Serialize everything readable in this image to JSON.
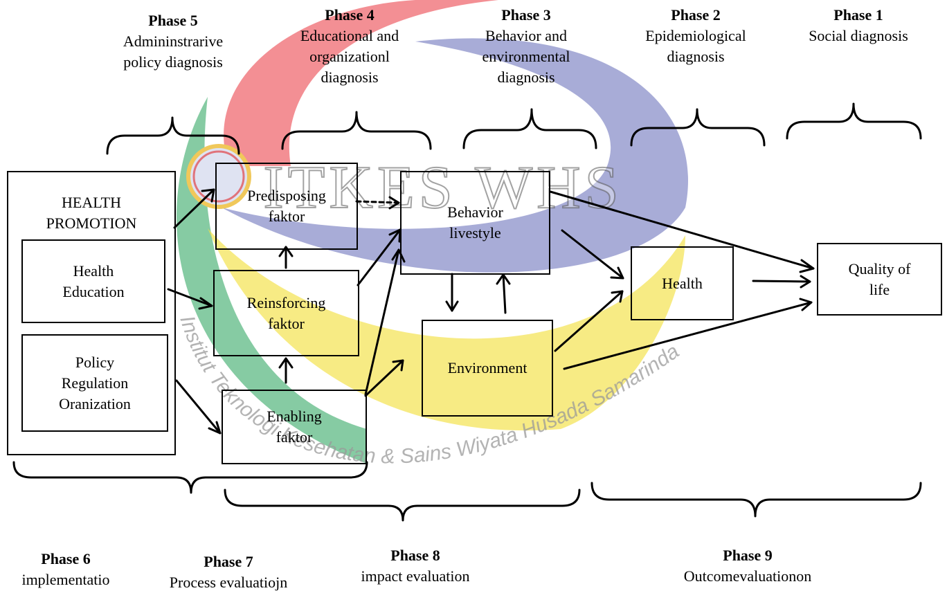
{
  "watermark": {
    "text": "ITKES WHS",
    "arc_text": "Institut Teknologi Kesehatan & Sains   Wiyata Husada Samarinda",
    "colors": {
      "red": "#ee5a62",
      "blue": "#7a7fc2",
      "yellow": "#f3e24a",
      "green": "#3cab6a"
    }
  },
  "phases_top": [
    {
      "title": "Phase 5",
      "desc": "Admininstrarive\npolicy diagnosis"
    },
    {
      "title": "Phase 4",
      "desc": "Educational and\norganizationl\ndiagnosis"
    },
    {
      "title": "Phase 3",
      "desc": "Behavior and\nenvironmental\ndiagnosis"
    },
    {
      "title": "Phase 2",
      "desc": "Epidemiological\ndiagnosis"
    },
    {
      "title": "Phase 1",
      "desc": "Social diagnosis"
    }
  ],
  "phases_bottom": [
    {
      "title": "Phase 6",
      "desc": "implementatio"
    },
    {
      "title": "Phase 7",
      "desc": "Process evaluatiojn"
    },
    {
      "title": "Phase 8",
      "desc": "impact evaluation"
    },
    {
      "title": "Phase 9",
      "desc": "Outcomevaluationon"
    }
  ],
  "boxes": {
    "health_promotion": "HEALTH\nPROMOTION",
    "health_education": "Health\nEducation",
    "policy": "Policy\nRegulation\nOranization",
    "predisposing": "Predisposing\nfaktor",
    "reinforcing": "Reinsforcing\nfaktor",
    "enabling": "Enabling\nfaktor",
    "behavior": "Behavior\nlivestyle",
    "environment": "Environment",
    "health": "Health",
    "quality": "Quality of\nlife"
  }
}
